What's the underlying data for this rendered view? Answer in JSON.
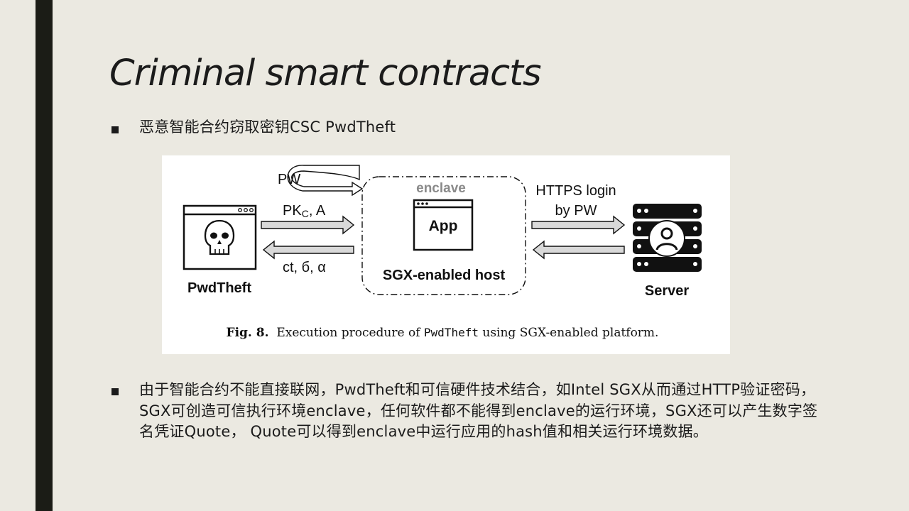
{
  "slide": {
    "title": "Criminal smart contracts",
    "bullets": [
      "恶意智能合约窃取密钥CSC PwdTheft",
      "由于智能合约不能直接联网，PwdTheft和可信硬件技术结合，如Intel SGX从而通过HTTP验证密码，SGX可创造可信执行环境enclave，任何软件都不能得到enclave的运行环境，SGX还可以产生数字签名凭证Quote， Quote可以得到enclave中运行应用的hash值和相关运行环境数据。"
    ]
  },
  "figure": {
    "labels": {
      "pw": "PW",
      "pk_main": "PK",
      "pk_sub": "C",
      "pk_rest": ", A",
      "return_msg": "ct, б, α",
      "enclave": "enclave",
      "app": "App",
      "host": "SGX-enabled host",
      "https_line1": "HTTPS login",
      "https_line2": "by PW",
      "client": "PwdTheft",
      "server": "Server"
    },
    "caption": {
      "fig_no": "Fig. 8.",
      "text_before": "Execution procedure of",
      "code": "PwdTheft",
      "text_after": "using SGX-enabled platform."
    }
  },
  "colors": {
    "background": "#ebe9e1",
    "left_bar": "#1b1c16",
    "enclave_label": "#8a8a8a",
    "arrow_fill": "#d9d9d9"
  }
}
